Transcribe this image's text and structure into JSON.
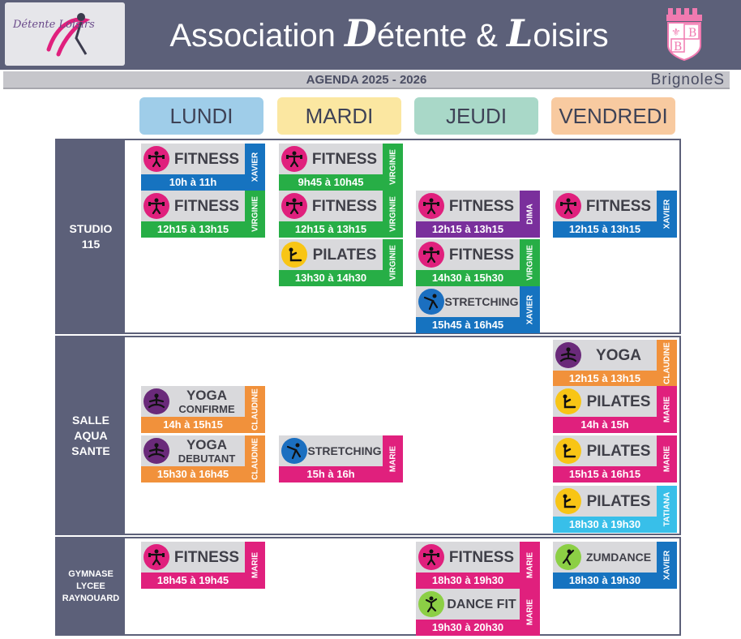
{
  "header": {
    "title_prefix": "Association ",
    "title_d": "D",
    "title_mid": "étente & ",
    "title_l": "L",
    "title_suffix": "oisirs",
    "logo_text": "Détente Loisirs"
  },
  "subheader": {
    "agenda": "AGENDA 2025 - 2026",
    "city": "BrignoleS"
  },
  "days": [
    {
      "label": "LUNDI",
      "color": "#9fcde9"
    },
    {
      "label": "MARDI",
      "color": "#fbe7a1"
    },
    {
      "label": "JEUDI",
      "color": "#a9d8c8"
    },
    {
      "label": "VENDREDI",
      "color": "#f8caa0"
    }
  ],
  "colors": {
    "blue": "#1673c0",
    "green": "#27ae46",
    "purple": "#7a2f9c",
    "orange": "#f1913b",
    "pink": "#e0207d",
    "cyan": "#38bfe9",
    "magenta": "#e0207d",
    "yellow": "#f8c515",
    "lime": "#8ccf45",
    "violet": "#6a2a7a",
    "icon_blue": "#1b6fc0"
  },
  "sections": [
    {
      "label_lines": [
        "STUDIO",
        "115"
      ],
      "cards": [
        {
          "day": 0,
          "row": 0,
          "name": "FITNESS",
          "time": "10h à 11h",
          "teacher": "XAVIER",
          "color": "blue",
          "icon": "fitness-icon",
          "icon_color": "magenta"
        },
        {
          "day": 0,
          "row": 1,
          "name": "FITNESS",
          "time": "12h15 à 13h15",
          "teacher": "VIRGINIE",
          "color": "green",
          "icon": "fitness-icon",
          "icon_color": "magenta"
        },
        {
          "day": 1,
          "row": 0,
          "name": "FITNESS",
          "time": "9h45 à 10h45",
          "teacher": "VIRGINIE",
          "color": "green",
          "icon": "fitness-icon",
          "icon_color": "magenta"
        },
        {
          "day": 1,
          "row": 1,
          "name": "FITNESS",
          "time": "12h15 à 13h15",
          "teacher": "VIRGINIE",
          "color": "green",
          "icon": "fitness-icon",
          "icon_color": "magenta"
        },
        {
          "day": 1,
          "row": 2,
          "name": "PILATES",
          "time": "13h30 à 14h30",
          "teacher": "VIRGINIE",
          "color": "green",
          "icon": "pilates-icon",
          "icon_color": "yellow"
        },
        {
          "day": 2,
          "row": 1,
          "name": "FITNESS",
          "time": "12h15 à 13h15",
          "teacher": "DIMA",
          "color": "purple",
          "icon": "fitness-icon",
          "icon_color": "magenta"
        },
        {
          "day": 2,
          "row": 2,
          "name": "FITNESS",
          "time": "14h30 à 15h30",
          "teacher": "VIRGINIE",
          "color": "green",
          "icon": "fitness-icon",
          "icon_color": "magenta"
        },
        {
          "day": 2,
          "row": 3,
          "name": "STRETCHING",
          "time": "15h45 à 16h45",
          "teacher": "XAVIER",
          "color": "blue",
          "icon": "stretching-icon",
          "icon_color": "icon_blue",
          "small": true
        },
        {
          "day": 3,
          "row": 1,
          "name": "FITNESS",
          "time": "12h15 à 13h15",
          "teacher": "XAVIER",
          "color": "blue",
          "icon": "fitness-icon",
          "icon_color": "magenta"
        }
      ]
    },
    {
      "label_lines": [
        "SALLE",
        "AQUA",
        "SANTE"
      ],
      "cards": [
        {
          "day": 0,
          "row": 1,
          "name": "YOGA",
          "name2": "CONFIRME",
          "time": "14h à 15h15",
          "teacher": "CLAUDINE",
          "color": "orange",
          "icon": "yoga-icon",
          "icon_color": "violet"
        },
        {
          "day": 0,
          "row": 2,
          "name": "YOGA",
          "name2": "DEBUTANT",
          "time": "15h30 à 16h45",
          "teacher": "CLAUDINE",
          "color": "orange",
          "icon": "yoga-icon",
          "icon_color": "violet"
        },
        {
          "day": 1,
          "row": 2,
          "name": "STRETCHING",
          "time": "15h à 16h",
          "teacher": "MARIE",
          "color": "pink",
          "icon": "stretching-icon",
          "icon_color": "icon_blue",
          "small": true
        },
        {
          "day": 3,
          "row": 0,
          "name": "YOGA",
          "time": "12h15 à 13h15",
          "teacher": "CLAUDINE",
          "color": "orange",
          "icon": "yoga-icon",
          "icon_color": "violet"
        },
        {
          "day": 3,
          "row": 1,
          "name": "PILATES",
          "time": "14h à 15h",
          "teacher": "MARIE",
          "color": "pink",
          "icon": "pilates-icon",
          "icon_color": "yellow"
        },
        {
          "day": 3,
          "row": 2,
          "name": "PILATES",
          "time": "15h15 à 16h15",
          "teacher": "MARIE",
          "color": "pink",
          "icon": "pilates-icon",
          "icon_color": "yellow"
        },
        {
          "day": 3,
          "row": 3,
          "name": "PILATES",
          "time": "18h30 à 19h30",
          "teacher": "TATIANA",
          "color": "cyan",
          "icon": "pilates-icon",
          "icon_color": "yellow"
        }
      ]
    },
    {
      "label_lines": [
        "GYMNASE",
        "LYCEE",
        "RAYNOUARD"
      ],
      "cards": [
        {
          "day": 0,
          "row": 0,
          "name": "FITNESS",
          "time": "18h45 à 19h45",
          "teacher": "MARIE",
          "color": "pink",
          "icon": "fitness-icon",
          "icon_color": "magenta"
        },
        {
          "day": 2,
          "row": 0,
          "name": "FITNESS",
          "time": "18h30 à 19h30",
          "teacher": "MARIE",
          "color": "pink",
          "icon": "fitness-icon",
          "icon_color": "magenta"
        },
        {
          "day": 2,
          "row": 1,
          "name": "DANCE FIT",
          "time": "19h30 à 20h30",
          "teacher": "MARIE",
          "color": "pink",
          "icon": "dance-icon",
          "icon_color": "lime",
          "dance": true
        },
        {
          "day": 3,
          "row": 0,
          "name": "ZUMDANCE",
          "time": "18h30 à 19h30",
          "teacher": "XAVIER",
          "color": "blue",
          "icon": "zumba-icon",
          "icon_color": "lime",
          "small": true
        }
      ]
    }
  ]
}
